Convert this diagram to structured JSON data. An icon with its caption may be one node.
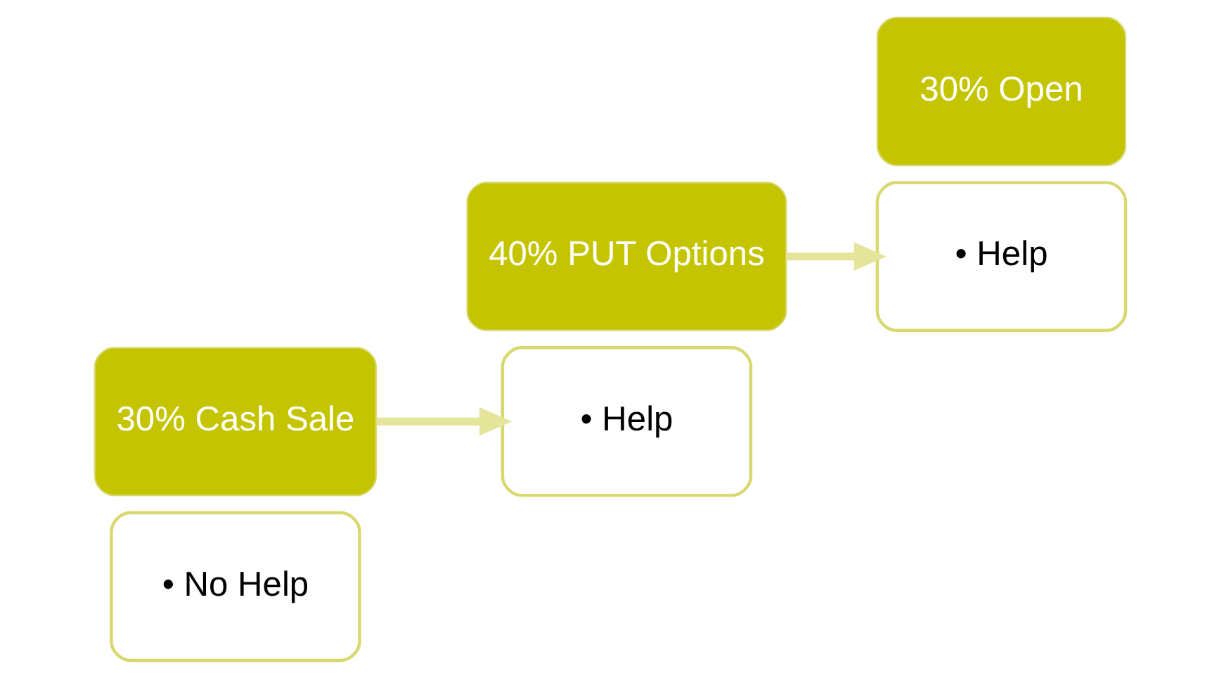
{
  "diagram": {
    "nodes": [
      {
        "text": [
          "• No Help"
        ]
      },
      {
        "text": [
          "30% Cash Sale"
        ]
      },
      {
        "text": [
          "40% PUT Options"
        ]
      },
      {
        "text": [
          "• Help"
        ]
      },
      {
        "text": [
          "• Help"
        ]
      },
      {
        "text": [
          "30% Open"
        ]
      }
    ],
    "edges": [
      {
        "from": 1,
        "to": 3,
        "arrow": "to"
      },
      {
        "from": 2,
        "to": 4,
        "arrow": "to"
      }
    ]
  }
}
